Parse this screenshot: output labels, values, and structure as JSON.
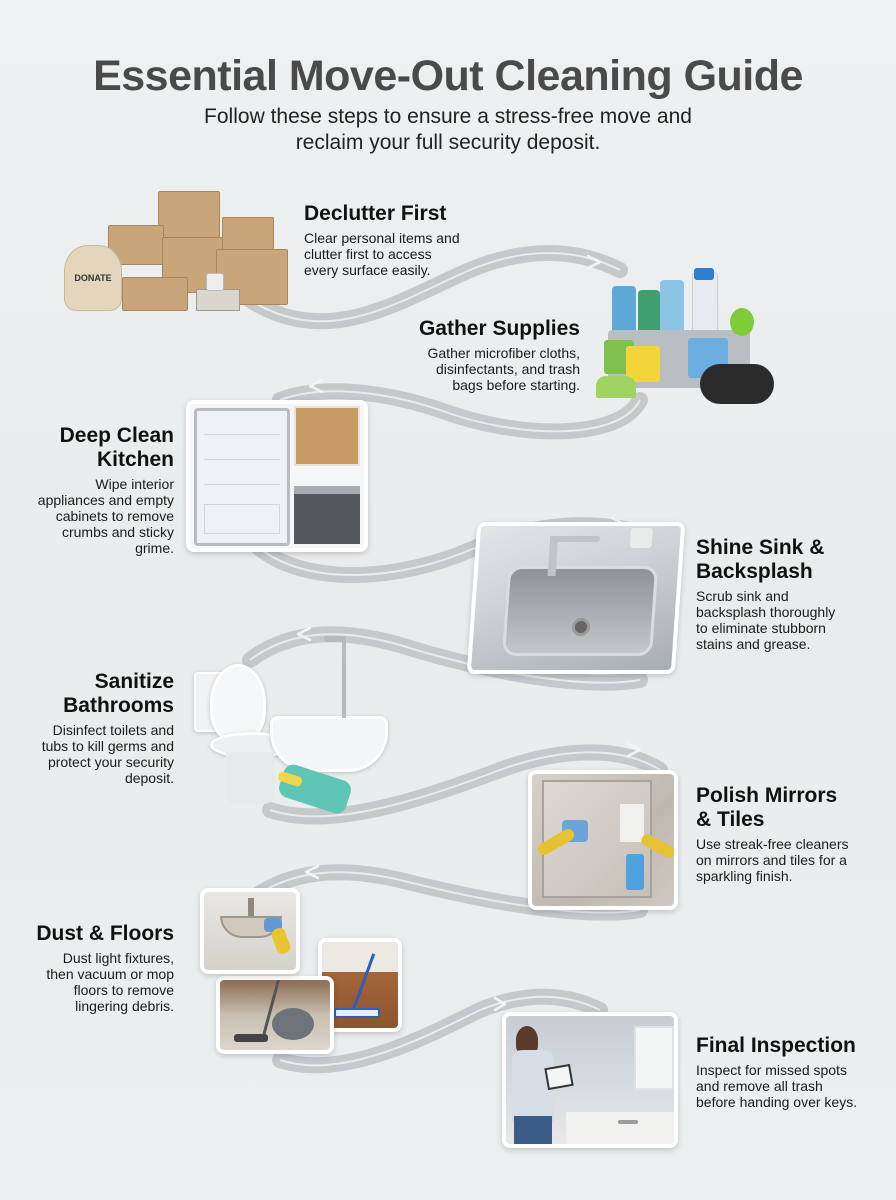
{
  "header": {
    "title": "Essential Move-Out Cleaning Guide",
    "subtitle_line1": "Follow these steps to ensure a stress-free move and",
    "subtitle_line2": "reclaim your full security deposit."
  },
  "colors": {
    "background": "#ECEFF0",
    "title": "#4A4A4A",
    "arrow": "#C3C7CA",
    "text": "#111111"
  },
  "steps": [
    {
      "title": "Declutter First",
      "desc": [
        "Clear personal items and",
        "clutter first to access",
        "every surface easily."
      ],
      "image": "boxes-donate-bag",
      "image_label": "DONATE"
    },
    {
      "title": "Gather Supplies",
      "desc": [
        "Gather microfiber cloths,",
        "disinfectants, and trash",
        "bags before starting."
      ],
      "image": "cleaning-caddy-spray-bottles"
    },
    {
      "title_line1": "Deep Clean",
      "title_line2": "Kitchen",
      "desc": [
        "Wipe interior",
        "appliances and empty",
        "cabinets to remove",
        "crumbs and sticky",
        "grime."
      ],
      "image": "fridge-cabinets-stove"
    },
    {
      "title_line1": "Shine Sink &",
      "title_line2": "Backsplash",
      "desc": [
        "Scrub sink and",
        "backsplash thoroughly",
        "to eliminate stubborn",
        "stains and grease."
      ],
      "image": "stainless-steel-sink"
    },
    {
      "title_line1": "Sanitize",
      "title_line2": "Bathrooms",
      "desc": [
        "Disinfect toilets and",
        "tubs to kill germs and",
        "protect your security",
        "deposit."
      ],
      "image": "toilet-bathtub-gloves"
    },
    {
      "title_line1": "Polish Mirrors",
      "title_line2": "& Tiles",
      "desc": [
        "Use streak-free cleaners",
        "on mirrors and tiles for a",
        "sparkling finish."
      ],
      "image": "mirror-cleaning-spray"
    },
    {
      "title": "Dust & Floors",
      "desc": [
        "Dust light fixtures,",
        "then vacuum or mop",
        "floors to remove",
        "lingering debris."
      ],
      "image": "light-fixture-vacuum-mop"
    },
    {
      "title": "Final Inspection",
      "desc": [
        "Inspect for missed spots",
        "and remove all trash",
        "before handing over keys."
      ],
      "image": "woman-clipboard-keys"
    }
  ]
}
